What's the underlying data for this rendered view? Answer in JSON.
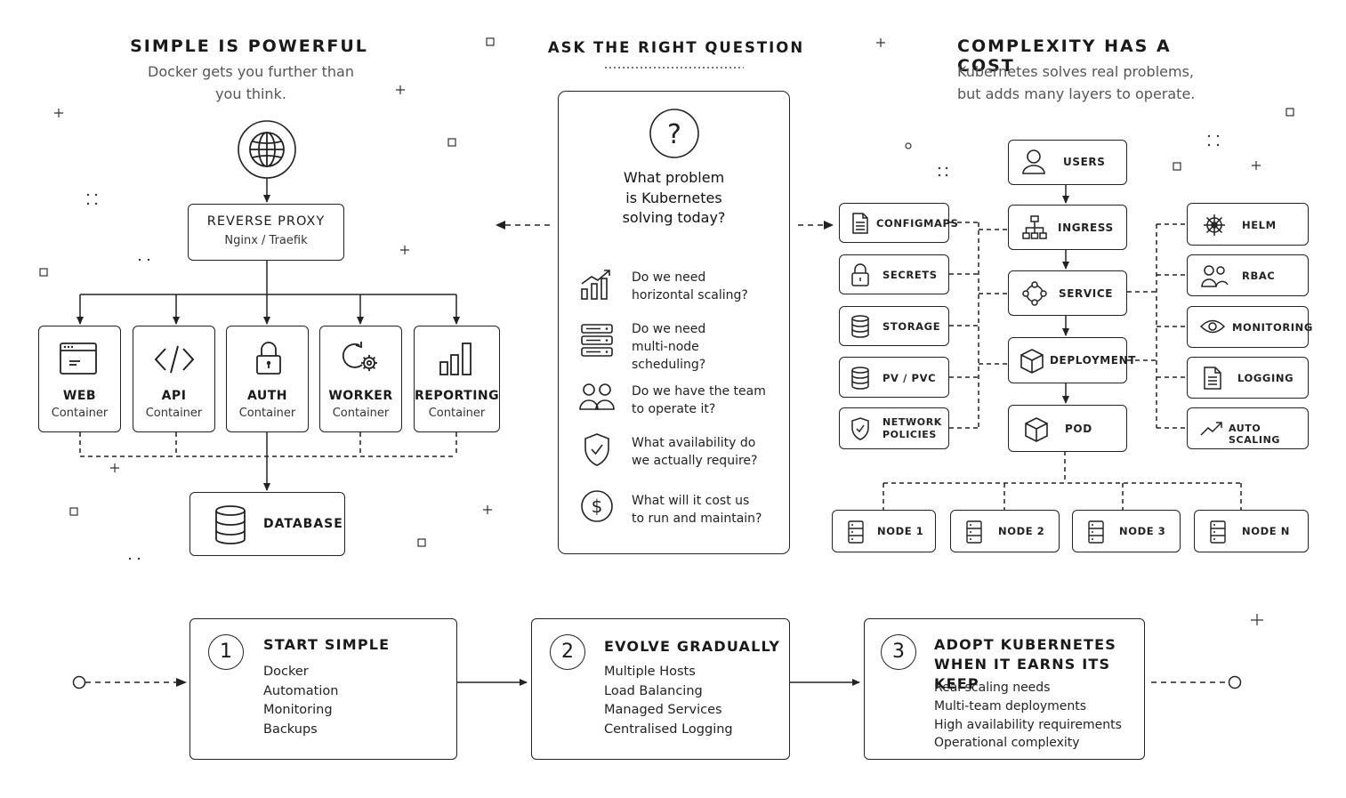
{
  "left": {
    "title": "SIMPLE IS POWERFUL",
    "subtitle": [
      "Docker gets you further than",
      "you think."
    ],
    "proxy": {
      "label": "REVERSE PROXY",
      "sub": "Nginx / Traefik"
    },
    "containers": [
      {
        "label": "WEB",
        "sub": "Container",
        "icon": "browser-window-icon"
      },
      {
        "label": "API",
        "sub": "Container",
        "icon": "code-brackets-icon"
      },
      {
        "label": "AUTH",
        "sub": "Container",
        "icon": "padlock-icon"
      },
      {
        "label": "WORKER",
        "sub": "Container",
        "icon": "gears-icon"
      },
      {
        "label": "REPORTING",
        "sub": "Container",
        "icon": "bar-chart-icon"
      }
    ],
    "database": "DATABASE"
  },
  "middle": {
    "title": "ASK THE RIGHT QUESTION",
    "main_question": [
      "What problem",
      "is Kubernetes",
      "solving today?"
    ],
    "questions": [
      {
        "lines": [
          "Do we need",
          "horizontal scaling?"
        ],
        "icon": "growth-chart-icon"
      },
      {
        "lines": [
          "Do we need",
          "multi-node",
          "scheduling?"
        ],
        "icon": "server-stack-icon"
      },
      {
        "lines": [
          "Do we have the team",
          "to operate it?"
        ],
        "icon": "team-icon"
      },
      {
        "lines": [
          "What availability do",
          "we actually require?"
        ],
        "icon": "shield-check-icon"
      },
      {
        "lines": [
          "What will it cost us",
          "to run and maintain?"
        ],
        "icon": "dollar-icon"
      }
    ]
  },
  "right": {
    "title": "COMPLEXITY HAS A COST",
    "subtitle": [
      "Kubernetes solves real problems,",
      "but adds many layers to operate."
    ],
    "center": [
      "USERS",
      "INGRESS",
      "SERVICE",
      "DEPLOYMENT",
      "POD"
    ],
    "left_items": [
      "CONFIGMAPS",
      "SECRETS",
      "STORAGE",
      "PV / PVC",
      "NETWORK POLICIES"
    ],
    "right_items": [
      "HELM",
      "RBAC",
      "MONITORING",
      "LOGGING",
      "AUTO SCALING"
    ],
    "nodes": [
      "NODE 1",
      "NODE 2",
      "NODE 3",
      "NODE N"
    ]
  },
  "steps": [
    {
      "num": "1",
      "title": [
        "START SIMPLE"
      ],
      "items": [
        "Docker",
        "Automation",
        "Monitoring",
        "Backups"
      ]
    },
    {
      "num": "2",
      "title": [
        "EVOLVE GRADUALLY"
      ],
      "items": [
        "Multiple Hosts",
        "Load Balancing",
        "Managed Services",
        "Centralised Logging"
      ]
    },
    {
      "num": "3",
      "title": [
        "ADOPT KUBERNETES",
        "WHEN IT EARNS ITS KEEP"
      ],
      "items": [
        "Real scaling needs",
        "Multi-team deployments",
        "High availability requirements",
        "Operational complexity"
      ]
    }
  ]
}
